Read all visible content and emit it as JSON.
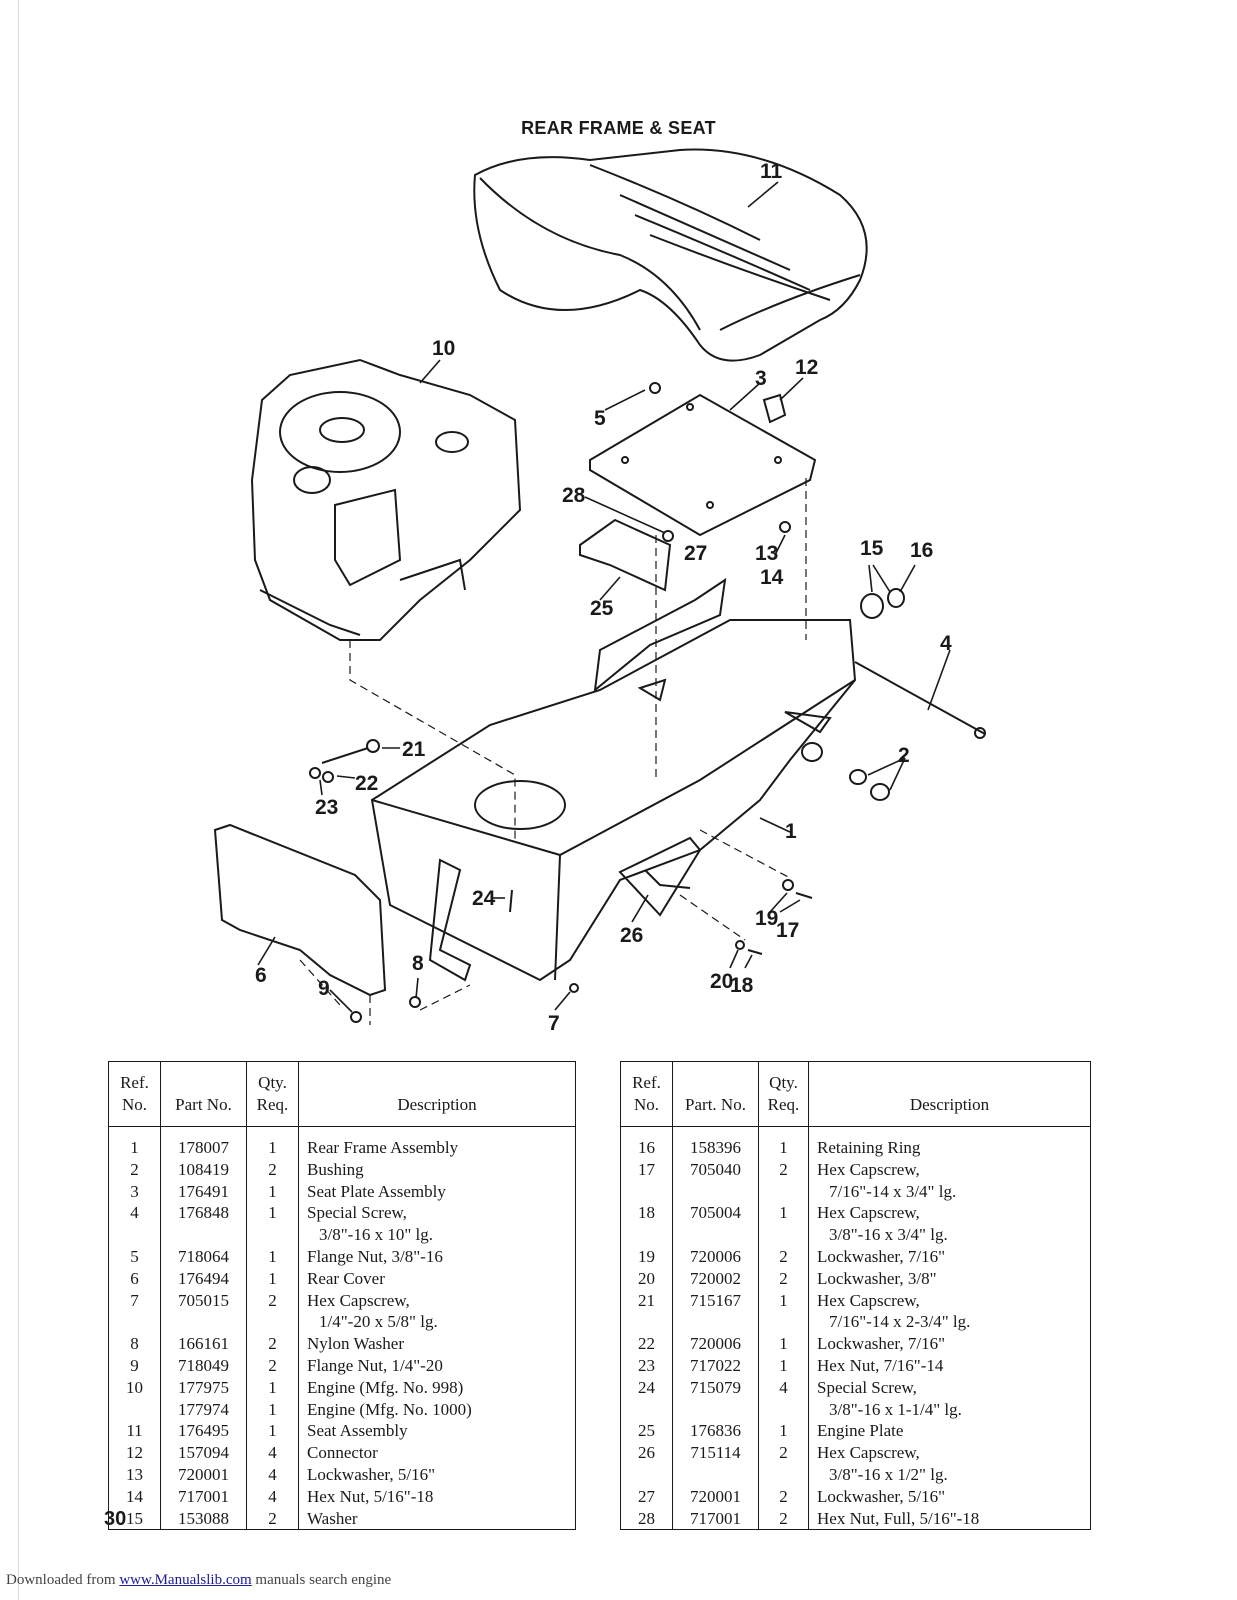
{
  "title": "REAR FRAME & SEAT",
  "diagram": {
    "callouts": [
      "11",
      "10",
      "12",
      "3",
      "5",
      "28",
      "27",
      "13",
      "14",
      "15",
      "16",
      "25",
      "4",
      "21",
      "22",
      "23",
      "2",
      "1",
      "24",
      "26",
      "19",
      "17",
      "8",
      "6",
      "9",
      "7",
      "20",
      "18"
    ]
  },
  "table_headers": {
    "ref_l1": "Ref.",
    "ref_l2": "No.",
    "part": "Part No.",
    "qty_l1": "Qty.",
    "qty_l2": "Req.",
    "desc": "Description",
    "part_right": "Part. No."
  },
  "parts_left": [
    {
      "ref": "1",
      "part": "178007",
      "qty": "1",
      "desc": "Rear Frame Assembly",
      "desc2": ""
    },
    {
      "ref": "2",
      "part": "108419",
      "qty": "2",
      "desc": "Bushing",
      "desc2": ""
    },
    {
      "ref": "3",
      "part": "176491",
      "qty": "1",
      "desc": "Seat Plate Assembly",
      "desc2": ""
    },
    {
      "ref": "4",
      "part": "176848",
      "qty": "1",
      "desc": "Special Screw,",
      "desc2": "3/8\"-16 x 10\" lg."
    },
    {
      "ref": "5",
      "part": "718064",
      "qty": "1",
      "desc": "Flange Nut, 3/8\"-16",
      "desc2": ""
    },
    {
      "ref": "6",
      "part": "176494",
      "qty": "1",
      "desc": "Rear Cover",
      "desc2": ""
    },
    {
      "ref": "7",
      "part": "705015",
      "qty": "2",
      "desc": "Hex Capscrew,",
      "desc2": "1/4\"-20 x 5/8\" lg."
    },
    {
      "ref": "8",
      "part": "166161",
      "qty": "2",
      "desc": "Nylon Washer",
      "desc2": ""
    },
    {
      "ref": "9",
      "part": "718049",
      "qty": "2",
      "desc": "Flange Nut, 1/4\"-20",
      "desc2": ""
    },
    {
      "ref": "10",
      "part": "177975",
      "qty": "1",
      "desc": "Engine (Mfg. No. 998)",
      "desc2": ""
    },
    {
      "ref": "",
      "part": "177974",
      "qty": "1",
      "desc": "Engine (Mfg. No. 1000)",
      "desc2": ""
    },
    {
      "ref": "11",
      "part": "176495",
      "qty": "1",
      "desc": "Seat Assembly",
      "desc2": ""
    },
    {
      "ref": "12",
      "part": "157094",
      "qty": "4",
      "desc": "Connector",
      "desc2": ""
    },
    {
      "ref": "13",
      "part": "720001",
      "qty": "4",
      "desc": "Lockwasher, 5/16\"",
      "desc2": ""
    },
    {
      "ref": "14",
      "part": "717001",
      "qty": "4",
      "desc": "Hex Nut, 5/16\"-18",
      "desc2": ""
    },
    {
      "ref": "15",
      "part": "153088",
      "qty": "2",
      "desc": "Washer",
      "desc2": ""
    }
  ],
  "parts_right": [
    {
      "ref": "16",
      "part": "158396",
      "qty": "1",
      "desc": "Retaining Ring",
      "desc2": ""
    },
    {
      "ref": "17",
      "part": "705040",
      "qty": "2",
      "desc": "Hex Capscrew,",
      "desc2": "7/16\"-14 x 3/4\" lg."
    },
    {
      "ref": "18",
      "part": "705004",
      "qty": "1",
      "desc": "Hex Capscrew,",
      "desc2": "3/8\"-16 x 3/4\" lg."
    },
    {
      "ref": "19",
      "part": "720006",
      "qty": "2",
      "desc": "Lockwasher, 7/16\"",
      "desc2": ""
    },
    {
      "ref": "20",
      "part": "720002",
      "qty": "2",
      "desc": "Lockwasher, 3/8\"",
      "desc2": ""
    },
    {
      "ref": "21",
      "part": "715167",
      "qty": "1",
      "desc": "Hex Capscrew,",
      "desc2": "7/16\"-14 x 2-3/4\" lg."
    },
    {
      "ref": "22",
      "part": "720006",
      "qty": "1",
      "desc": "Lockwasher, 7/16\"",
      "desc2": ""
    },
    {
      "ref": "23",
      "part": "717022",
      "qty": "1",
      "desc": "Hex Nut, 7/16\"-14",
      "desc2": ""
    },
    {
      "ref": "24",
      "part": "715079",
      "qty": "4",
      "desc": "Special Screw,",
      "desc2": "3/8\"-16 x 1-1/4\" lg."
    },
    {
      "ref": "25",
      "part": "176836",
      "qty": "1",
      "desc": "Engine Plate",
      "desc2": ""
    },
    {
      "ref": "26",
      "part": "715114",
      "qty": "2",
      "desc": "Hex Capscrew,",
      "desc2": "3/8\"-16 x 1/2\" lg."
    },
    {
      "ref": "27",
      "part": "720001",
      "qty": "2",
      "desc": "Lockwasher, 5/16\"",
      "desc2": ""
    },
    {
      "ref": "28",
      "part": "717001",
      "qty": "2",
      "desc": "Hex Nut, Full, 5/16\"-18",
      "desc2": ""
    }
  ],
  "page_number": "30",
  "footer": {
    "prefix": "Downloaded from ",
    "link": "www.Manualslib.com",
    "suffix": " manuals search engine"
  }
}
